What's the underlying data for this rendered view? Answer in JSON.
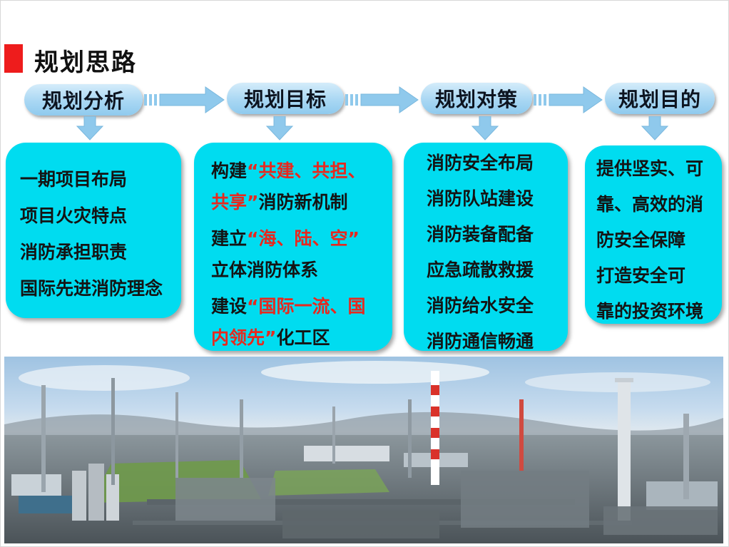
{
  "title": "规划思路",
  "colors": {
    "accent": "#ee1c1c",
    "box": "#00dcf0",
    "pill": "#a9d7f3",
    "highlight": "#e8281e"
  },
  "steps": [
    {
      "label": "规划分析"
    },
    {
      "label": "规划目标"
    },
    {
      "label": "规划对策"
    },
    {
      "label": "规划目的"
    }
  ],
  "analysis": {
    "lines": [
      "一期项目布局",
      "项目火灾特点",
      "消防承担职责",
      "国际先进消防理念"
    ]
  },
  "goals": {
    "g1": {
      "pre": "构建",
      "red1": "“共建、共担、",
      "red2": "共享”",
      "post": "消防新机制"
    },
    "g2": {
      "pre": "建立",
      "red": "“海、陆、空”",
      "post": "立体消防体系"
    },
    "g3": {
      "pre": "建设",
      "red1": "“国际一流、国",
      "red2": "内领先”",
      "post": "化工区"
    }
  },
  "measures": {
    "lines": [
      "消防安全布局",
      "消防队站建设",
      "消防装备配备",
      "应急疏散救援",
      "消防给水安全",
      "消防通信畅通"
    ]
  },
  "purpose": {
    "lines": [
      "提供坚实、可",
      "靠、高效的消",
      "防安全保障",
      "打造安全可",
      "靠的投资环境"
    ]
  }
}
